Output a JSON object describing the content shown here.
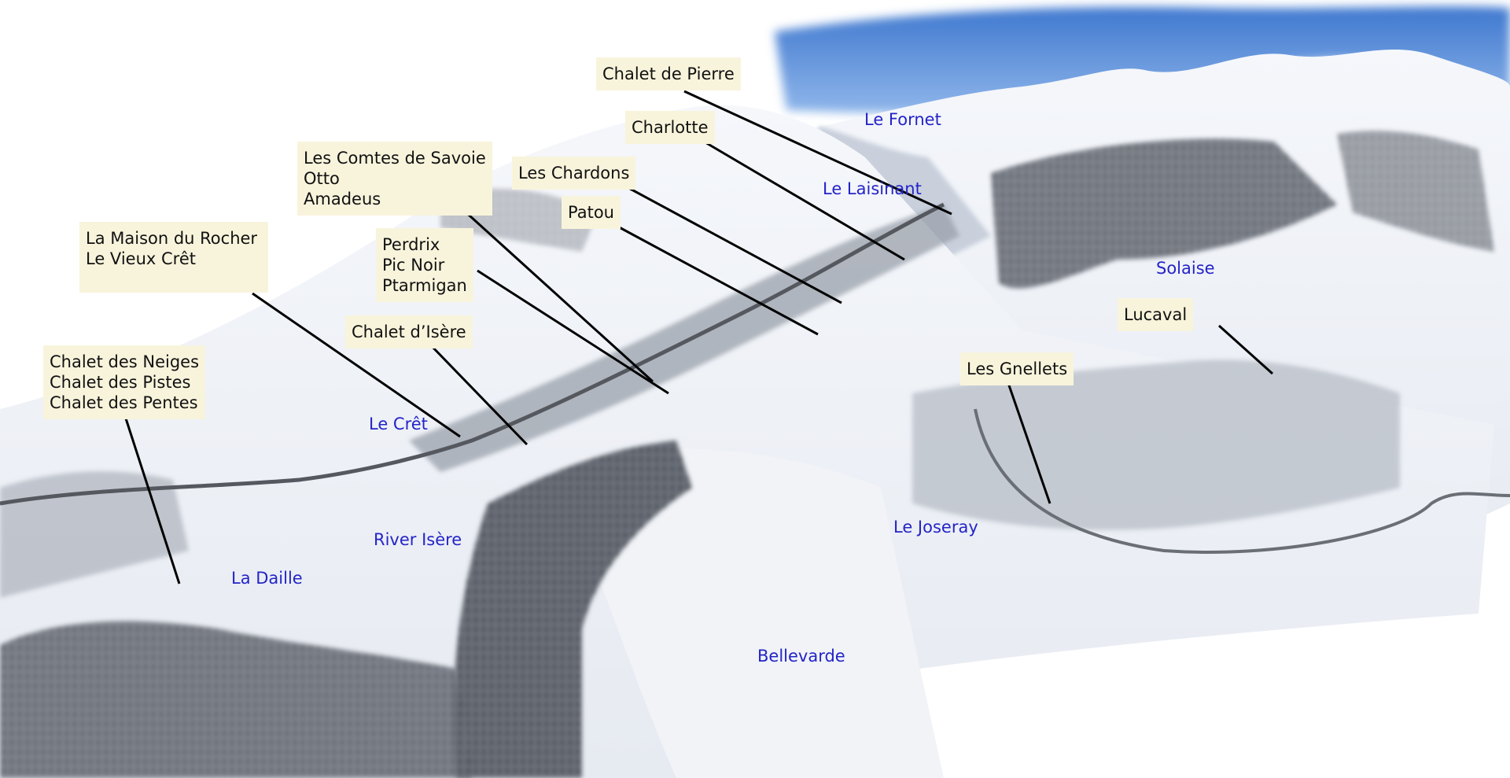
{
  "colors": {
    "callout_bg": "#f8f4dc",
    "callout_text": "#111111",
    "place_label": "#2424c8",
    "leader_line": "#000000",
    "sky": "#4f86d6",
    "snow": "#eef1f6",
    "forest": "#5a5e66"
  },
  "callouts": {
    "chalet_de_pierre": {
      "lines": [
        "Chalet de Pierre"
      ]
    },
    "charlotte": {
      "lines": [
        "Charlotte"
      ]
    },
    "les_chardons": {
      "lines": [
        "Les Chardons"
      ]
    },
    "patou": {
      "lines": [
        "Patou"
      ]
    },
    "comtes": {
      "lines": [
        "Les Comtes de Savoie",
        "Otto",
        "Amadeus"
      ]
    },
    "perdrix": {
      "lines": [
        "Perdrix",
        "Pic Noir",
        "Ptarmigan"
      ]
    },
    "maison_rocher": {
      "lines": [
        "La Maison du Rocher",
        "Le Vieux Crêt"
      ]
    },
    "chalet_isere": {
      "lines": [
        "Chalet d’Isère"
      ]
    },
    "chalet_neiges": {
      "lines": [
        "Chalet des Neiges",
        "Chalet des Pistes",
        "Chalet des Pentes"
      ]
    },
    "lucaval": {
      "lines": [
        "Lucaval"
      ]
    },
    "les_gnellets": {
      "lines": [
        "Les Gnellets"
      ]
    }
  },
  "places": {
    "le_fornet": "Le Fornet",
    "le_laisinant": "Le Laisinant",
    "solaise": "Solaise",
    "le_cret": "Le Crêt",
    "river_isere": "River Isère",
    "la_daille": "La Daille",
    "le_joseray": "Le Joseray",
    "bellevarde": "Bellevarde"
  }
}
